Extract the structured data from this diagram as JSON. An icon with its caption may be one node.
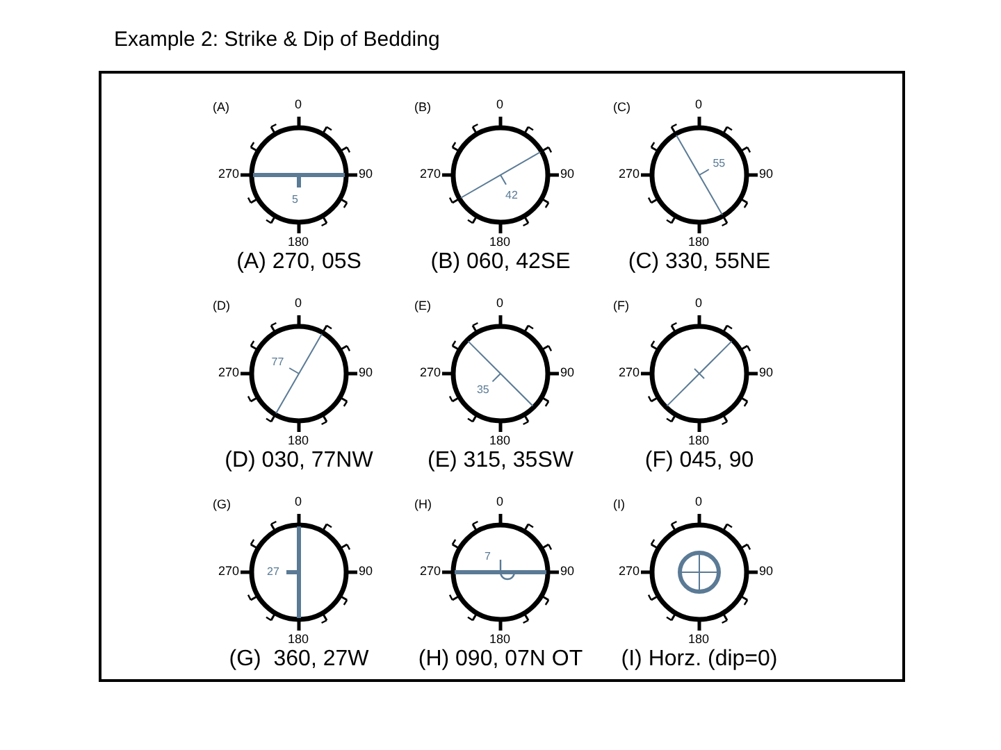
{
  "diagram": {
    "title": "Example 2: Strike & Dip of Bedding",
    "nodes": [
      {
        "text": [
          "(A)",
          "0",
          "90",
          "180",
          "270",
          "5",
          "(A) 270, 05S"
        ]
      },
      {
        "text": [
          "(B)",
          "0",
          "90",
          "180",
          "270",
          "42",
          "(B) 060, 42SE"
        ]
      },
      {
        "text": [
          "(C)",
          "0",
          "90",
          "180",
          "270",
          "55",
          "(C) 330, 55NE"
        ]
      },
      {
        "text": [
          "(D)",
          "0",
          "90",
          "180",
          "270",
          "77",
          "(D) 030, 77NW"
        ]
      },
      {
        "text": [
          "(E)",
          "0",
          "90",
          "180",
          "270",
          "35",
          "(E) 315, 35SW"
        ]
      },
      {
        "text": [
          "(F)",
          "0",
          "90",
          "180",
          "270",
          "(F) 045, 90"
        ]
      },
      {
        "text": [
          "(G)",
          "0",
          "90",
          "180",
          "270",
          "27",
          "(G)  360, 27W"
        ]
      },
      {
        "text": [
          "(H)",
          "0",
          "90",
          "180",
          "270",
          "7",
          "(H) 090, 07N OT"
        ]
      },
      {
        "text": [
          "(I)",
          "0",
          "90",
          "180",
          "270",
          "(I) Horz. (dip=0)"
        ]
      }
    ]
  }
}
